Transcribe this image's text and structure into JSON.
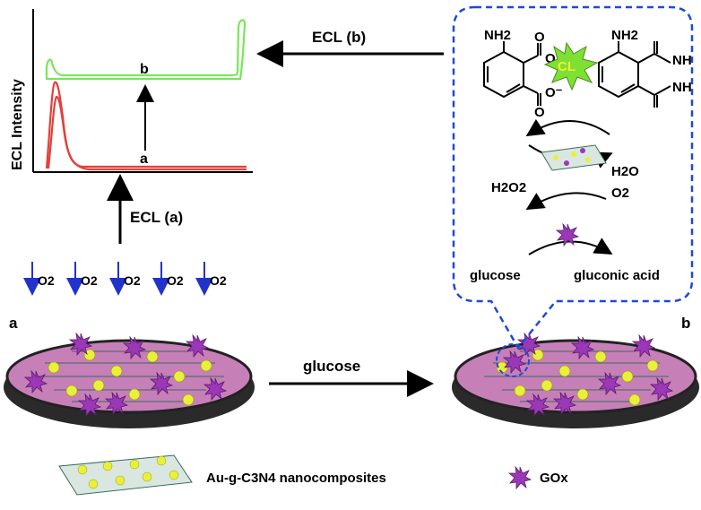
{
  "chart": {
    "ylabel": "ECL Intensity",
    "curve_b_label": "b",
    "curve_a_label": "a"
  },
  "arrows": {
    "ecl_a": "ECL (a)",
    "ecl_b": "ECL (b)",
    "glucose": "glucose"
  },
  "o2_labels": [
    "O2",
    "O2",
    "O2",
    "O2",
    "O2"
  ],
  "electrodes": {
    "left_label": "a",
    "right_label": "b"
  },
  "scheme": {
    "nh2_left": "NH2",
    "nh2_right": "NH2",
    "cl_star": "CL",
    "nh_top": "NH",
    "nh_bottom": "NH",
    "h2o2": "H2O2",
    "h2o": "H2O",
    "o2": "O2",
    "glucose": "glucose",
    "gluconic_acid": "gluconic acid"
  },
  "legend": {
    "nanocomposite": "Au-g-C3N4 nanocomposites",
    "gox": "GOx"
  },
  "colors": {
    "curve_a": "#e2403a",
    "curve_b": "#78e65a",
    "electrode_top": "#c77fb8",
    "electrode_body": "#2a2a2a",
    "gox": "#9b38b7",
    "au": "#e8f03a",
    "dash_box": "#1f4ad6",
    "o2_arrow": "#2233cc"
  }
}
